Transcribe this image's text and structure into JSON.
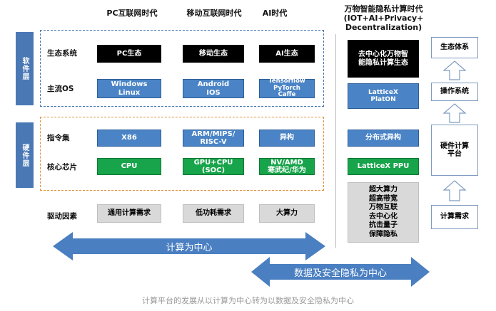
{
  "headers": {
    "pc": "PC互联网时代",
    "mobile": "移动互联网时代",
    "ai": "AI时代",
    "right": "万物智能隐私计算时代\n(IOT+AI+Privacy+\nDecentralization)"
  },
  "side_labels": {
    "software": "软件层",
    "hardware": "硬件层"
  },
  "row_labels": {
    "ecosystem": "生态系统",
    "os": "主流OS",
    "isa": "指令集",
    "chip": "核心芯片",
    "driver": "驱动因素"
  },
  "cells": {
    "eco_pc": "PC生态",
    "eco_mobile": "移动生态",
    "eco_ai": "AI生态",
    "os_pc": "Windows\nLinux",
    "os_mobile": "Android\nIOS",
    "os_ai": "Tensorflow\nPyTorch\nCaffe",
    "isa_pc": "X86",
    "isa_mobile": "ARM/MIPS/\nRISC-V",
    "isa_ai": "异构",
    "chip_pc": "CPU",
    "chip_mobile": "GPU+CPU\n(SOC)",
    "chip_ai": "NV/AMD\n寒武纪/华为",
    "driver_pc": "通用计算需求",
    "driver_mobile": "低功耗需求",
    "driver_ai": "大算力"
  },
  "right_cells": {
    "eco": "去中心化万物智\n能隐私计算生态",
    "os": "LatticeX\nPlatON",
    "isa": "分布式异构",
    "chip": "LatticeX  PPU",
    "driver": "超大算力\n超高带宽\n万物互联\n去中心化\n抗击量子\n保障隐私"
  },
  "stack": {
    "top": "生态体系",
    "os": "操作系统",
    "hw": "硬件计算\n平台",
    "demand": "计算需求"
  },
  "arrows": {
    "compute": "计算为中心",
    "data": "数据及安全隐私为中心"
  },
  "caption": "计算平台的发展从以计算为中心转为以数据及安全隐私为中心",
  "colors": {
    "blue": "#4a84c6",
    "green": "#17a44a",
    "black": "#000000",
    "grey": "#d9d9d9",
    "arrow": "#4a7fc1"
  }
}
